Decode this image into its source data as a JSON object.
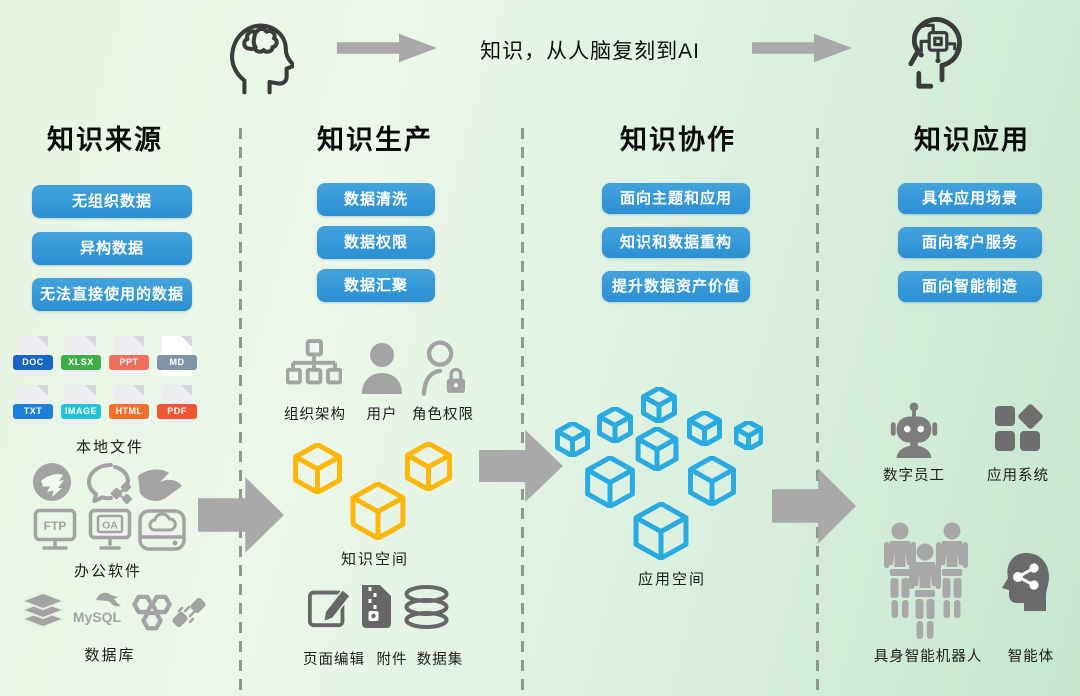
{
  "header": {
    "title": "知识，从人脑复刻到AI",
    "left_icon": "human-brain-head-icon",
    "right_icon": "ai-chip-head-icon"
  },
  "columns": {
    "sources": {
      "title": "知识来源",
      "buttons": [
        "无组织数据",
        "异构数据",
        "无法直接使用的数据"
      ],
      "files": {
        "row1": [
          {
            "label": "DOC",
            "color": "#1766c2"
          },
          {
            "label": "XLSX",
            "color": "#3fae49"
          },
          {
            "label": "PPT",
            "color": "#ee6f5d"
          },
          {
            "label": "MD",
            "color": "#8094a8"
          }
        ],
        "row2": [
          {
            "label": "TXT",
            "color": "#1e7fd8"
          },
          {
            "label": "IMAGE",
            "color": "#22c3d6"
          },
          {
            "label": "HTML",
            "color": "#f0712c"
          },
          {
            "label": "PDF",
            "color": "#ef5533"
          }
        ],
        "caption": "本地文件"
      },
      "office": {
        "caption": "办公软件",
        "ftp": "FTP",
        "oa": "OA",
        "icons": [
          "dingtalk-icon",
          "wecom-icon",
          "feishu-icon",
          "ftp-monitor-icon",
          "oa-monitor-icon",
          "cloud-drive-icon"
        ]
      },
      "database": {
        "caption": "数据库",
        "mysql": "MySQL",
        "icons": [
          "layer-stack-icon",
          "mysql-icon",
          "honeycomb-icon",
          "plug-icon"
        ]
      }
    },
    "production": {
      "title": "知识生产",
      "buttons": [
        "数据清洗",
        "数据权限",
        "数据汇聚"
      ],
      "role_labels": [
        "组织架构",
        "用户",
        "角色权限"
      ],
      "space_caption": "知识空间",
      "bottom_labels": [
        "页面编辑",
        "附件",
        "数据集"
      ]
    },
    "collaboration": {
      "title": "知识协作",
      "buttons": [
        "面向主题和应用",
        "知识和数据重构",
        "提升数据资产价值"
      ],
      "space_caption": "应用空间"
    },
    "application": {
      "title": "知识应用",
      "buttons": [
        "具体应用场景",
        "面向客户服务",
        "面向智能制造"
      ],
      "icon_labels": [
        "数字员工",
        "应用系统",
        "具身智能机器人",
        "智能体"
      ]
    }
  },
  "colors": {
    "button_blue_top": "#43a3dc",
    "button_blue": "#2b8fd3",
    "cube_yellow": "#fcb70a",
    "cube_blue": "#29abe2",
    "arrow_gray": "#a9a9a9",
    "icon_gray": "#a3a3a3",
    "icon_dark": "#676767",
    "line_gray": "#8d9a8e"
  }
}
